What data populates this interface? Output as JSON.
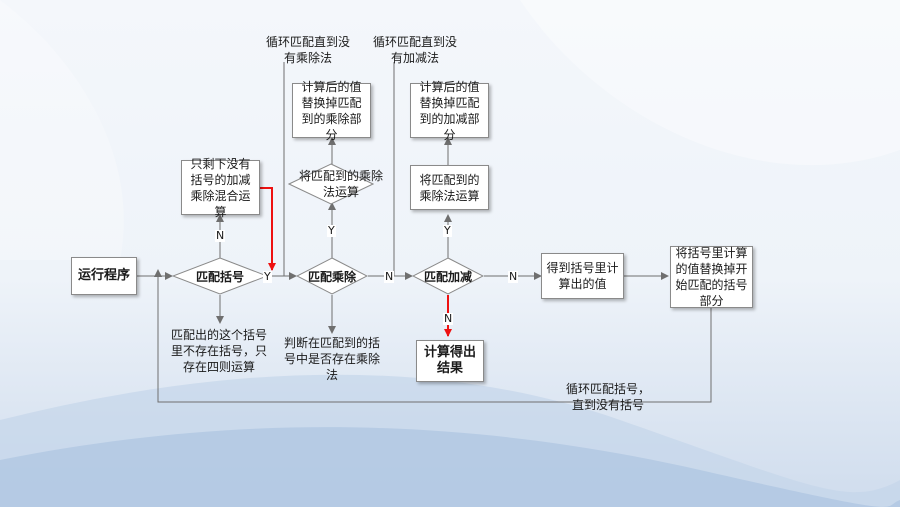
{
  "boxes": {
    "run": "运行程序",
    "remaining": "只剩下没有括号的加减乘除混合运算",
    "mul_result": "计算后的值替换掉匹配到的乘除部分",
    "add_result": "计算后的值替换掉匹配到的加减部分",
    "mul_calc": "将匹配到的乘除法运算",
    "add_calc": "将匹配到的乘除法运算",
    "paren_value": "得到括号里计算出的值",
    "replace": "将括号里计算的值替换掉开始匹配的括号部分",
    "result": "计算得出结果"
  },
  "diamonds": {
    "match_paren": "匹配括号",
    "match_mul": "匹配乘除",
    "match_add": "匹配加减"
  },
  "notes": {
    "loop_mul": "循环匹配直到没有乘除法",
    "loop_add": "循环匹配直到没有加减法",
    "paren_note": "匹配出的这个括号里不存在括号，只存在四则运算",
    "mul_note": "判断在匹配到的括号中是否存在乘除法",
    "loop_paren": "循环匹配括号，直到没有括号"
  },
  "labels": {
    "yes": "Y",
    "no": "N"
  },
  "colors": {
    "arrow": "#6f6f6f",
    "highlight": "#ee1111"
  }
}
